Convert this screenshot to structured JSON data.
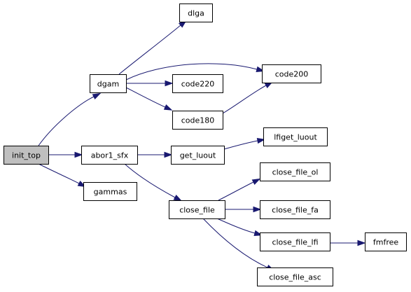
{
  "colors": {
    "edge": "#191970",
    "node_border": "#000000",
    "node_fill": "#ffffff",
    "root_fill": "#bfbfbf"
  },
  "nodes": {
    "init_top": {
      "label": "init_top",
      "root": true
    },
    "dlga": {
      "label": "dlga"
    },
    "dgam": {
      "label": "dgam"
    },
    "code200": {
      "label": "code200"
    },
    "code220": {
      "label": "code220"
    },
    "code180": {
      "label": "code180"
    },
    "abor1_sfx": {
      "label": "abor1_sfx"
    },
    "lfiget_luout": {
      "label": "lfiget_luout"
    },
    "get_luout": {
      "label": "get_luout"
    },
    "gammas": {
      "label": "gammas"
    },
    "close_file_ol": {
      "label": "close_file_ol"
    },
    "close_file": {
      "label": "close_file"
    },
    "close_file_fa": {
      "label": "close_file_fa"
    },
    "close_file_lfi": {
      "label": "close_file_lfi"
    },
    "fmfree": {
      "label": "fmfree"
    },
    "close_file_asc": {
      "label": "close_file_asc"
    }
  },
  "edges": [
    {
      "from": "init_top",
      "to": "dgam"
    },
    {
      "from": "init_top",
      "to": "abor1_sfx"
    },
    {
      "from": "init_top",
      "to": "gammas"
    },
    {
      "from": "dgam",
      "to": "dlga"
    },
    {
      "from": "dgam",
      "to": "code200"
    },
    {
      "from": "dgam",
      "to": "code220"
    },
    {
      "from": "dgam",
      "to": "code180"
    },
    {
      "from": "code180",
      "to": "code200"
    },
    {
      "from": "abor1_sfx",
      "to": "get_luout"
    },
    {
      "from": "abor1_sfx",
      "to": "close_file"
    },
    {
      "from": "get_luout",
      "to": "lfiget_luout"
    },
    {
      "from": "close_file",
      "to": "close_file_ol"
    },
    {
      "from": "close_file",
      "to": "close_file_fa"
    },
    {
      "from": "close_file",
      "to": "close_file_lfi"
    },
    {
      "from": "close_file",
      "to": "close_file_asc"
    },
    {
      "from": "close_file_lfi",
      "to": "fmfree"
    }
  ]
}
